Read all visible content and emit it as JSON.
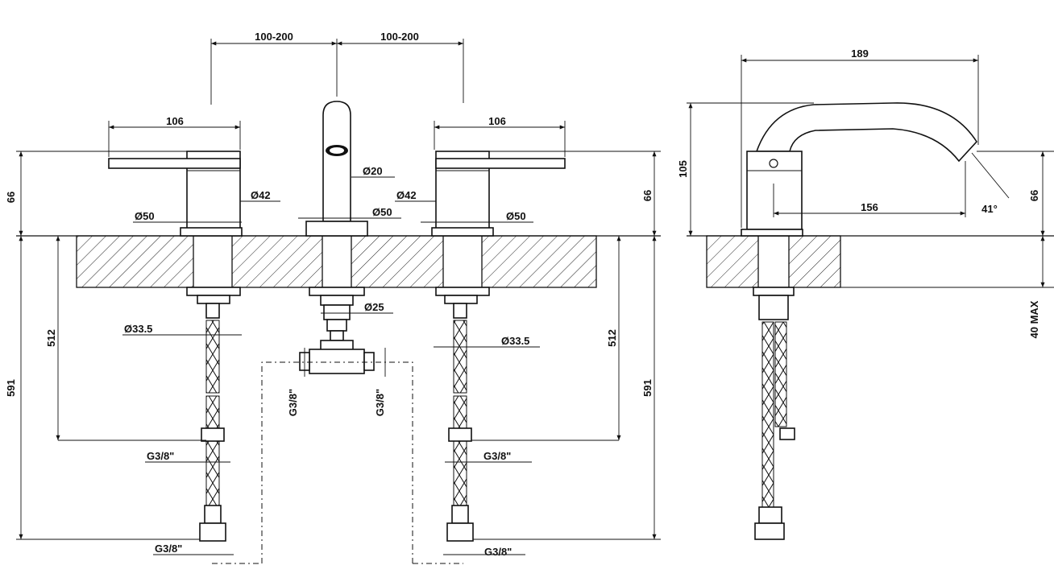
{
  "dimensions": {
    "center_left": "100-200",
    "center_right": "100-200",
    "lever_left": "106",
    "lever_right": "106",
    "side_depth": "189",
    "side_height": "105",
    "side_projection": "156",
    "side_angle": "41°",
    "side_deck_height": "66",
    "height_left": "66",
    "height_right": "66",
    "spout_diameter": "Ø20",
    "handle_diam_left": "Ø42",
    "handle_diam_right": "Ø42",
    "base_left": "Ø50",
    "base_spout": "Ø50",
    "base_right": "Ø50",
    "spout_shank": "Ø25",
    "shank_left": "Ø33.5",
    "shank_right": "Ø33.5",
    "hose_len_left": "512",
    "hose_len_right": "512",
    "total_left": "591",
    "total_right": "591",
    "max_deck": "40 MAX",
    "thread_mid_left": "G3/8\"",
    "thread_mid_right": "G3/8\"",
    "thread_bot_left": "G3/8\"",
    "thread_bot_right": "G3/8\"",
    "tee_thread_left": "G3/8\"",
    "tee_thread_right": "G3/8\""
  }
}
